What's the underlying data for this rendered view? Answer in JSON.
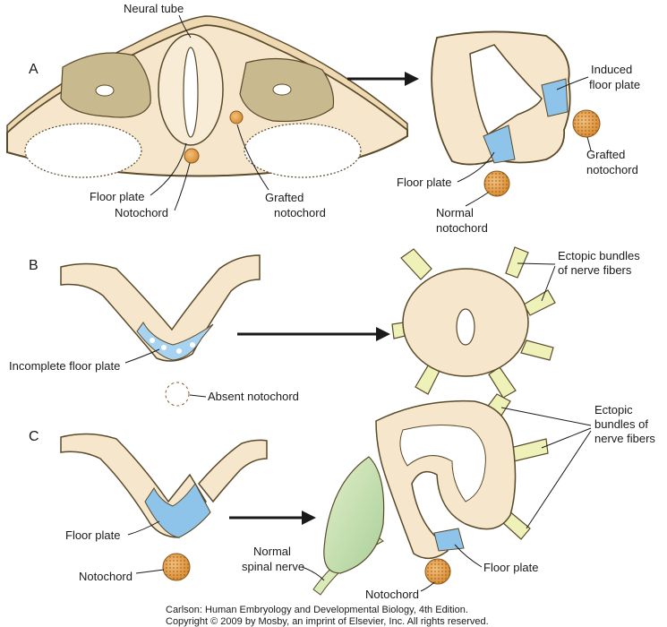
{
  "panels": {
    "a": "A",
    "b": "B",
    "c": "C"
  },
  "labels": {
    "neural_tube": "Neural tube",
    "floor_plate_a": "Floor plate",
    "notochord_a": "Notochord",
    "grafted_notochord_a": "Grafted",
    "grafted_notochord_a2": "notochord",
    "induced_floor_plate_1": "Induced",
    "induced_floor_plate_2": "floor plate",
    "grafted_notochord_r1": "Grafted",
    "grafted_notochord_r2": "notochord",
    "floor_plate_r": "Floor plate",
    "normal_notochord_1": "Normal",
    "normal_notochord_2": "notochord",
    "incomplete_floor_plate": "Incomplete floor plate",
    "absent_notochord": "Absent notochord",
    "ectopic_b_1": "Ectopic bundles",
    "ectopic_b_2": "of nerve fibers",
    "floor_plate_c": "Floor plate",
    "notochord_c": "Notochord",
    "normal_spinal_nerve_1": "Normal",
    "normal_spinal_nerve_2": "spinal nerve",
    "floor_plate_cr": "Floor plate",
    "notochord_cr": "Notochord",
    "ectopic_c_1": "Ectopic",
    "ectopic_c_2": "bundles of",
    "ectopic_c_3": "nerve fibers"
  },
  "credits": {
    "line1": "Carlson: Human Embryology and Developmental Biology, 4th Edition.",
    "line2": "Copyright © 2009 by Mosby, an imprint of Elsevier, Inc. All rights reserved."
  },
  "colors": {
    "tissue": "#f5e6cc",
    "outline": "#5a4a2a",
    "somite": "#c9b98f",
    "floor_plate": "#8ec3ea",
    "notochord": "#e8a24a",
    "nerve": "#eef2b8",
    "ganglion": "#cfe3b0"
  }
}
